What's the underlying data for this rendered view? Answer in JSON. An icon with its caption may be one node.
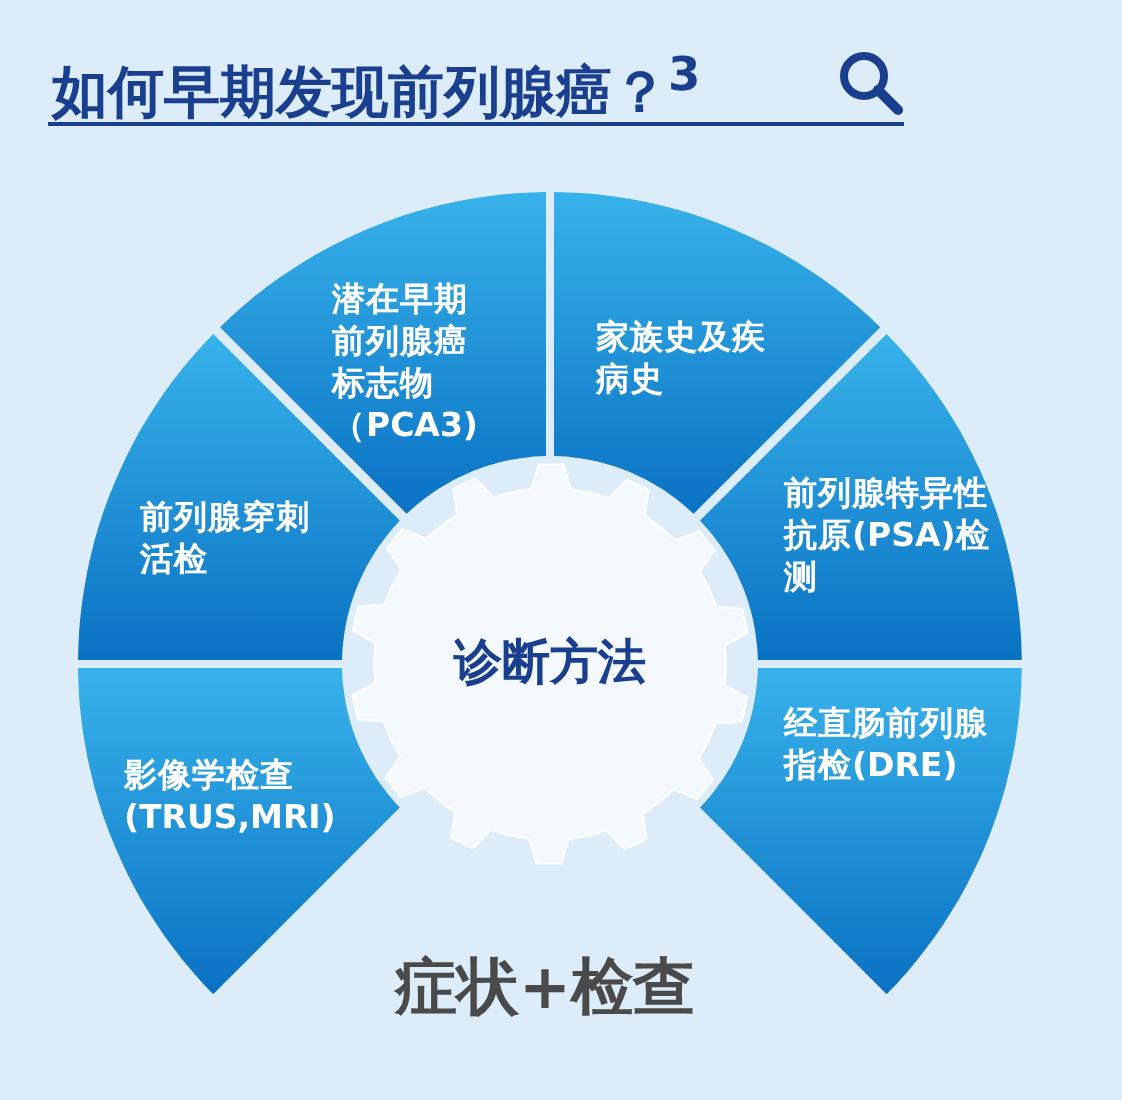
{
  "diagram": {
    "title": "如何早期发现前列腺癌？$^{3}$",
    "nodes": [
      {
        "text": [
          "潜在早期前列腺癌标志物（PCA3)"
        ]
      },
      {
        "text": [
          "家族史及疾病史"
        ]
      },
      {
        "text": [
          "前列腺穿刺活检"
        ]
      },
      {
        "text": [
          "前列腺特异性抗原(PSA)检测"
        ]
      },
      {
        "text": [
          "诊断方法"
        ]
      },
      {
        "text": [
          "影像学检查 (TRUS,MRI)"
        ]
      },
      {
        "text": [
          "经直肠前列腺指检(DRE)"
        ]
      }
    ],
    "labels": [
      "症状+检查"
    ]
  }
}
